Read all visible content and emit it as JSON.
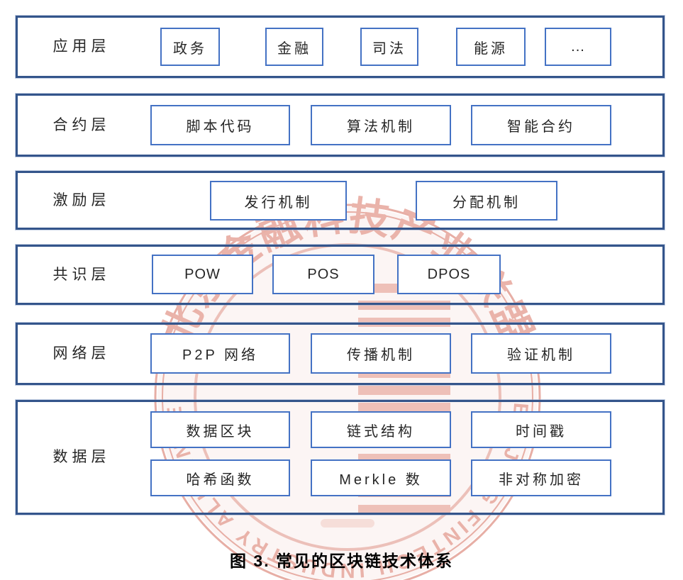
{
  "caption": "图 3.  常见的区块链技术体系",
  "watermark": {
    "cn": "北京金融科技产业联盟",
    "en": "BEIJING FINTECH INDUSTRY ALLIANCE"
  },
  "colors": {
    "outer_border": "#34558b",
    "inner_border": "#4472c4",
    "text": "#262626",
    "watermark_pink": "#e9b2a9"
  },
  "layers": [
    {
      "id": "application",
      "label": "应用层",
      "items": [
        "政务",
        "金融",
        "司法",
        "能源",
        "..."
      ]
    },
    {
      "id": "contract",
      "label": "合约层",
      "items": [
        "脚本代码",
        "算法机制",
        "智能合约"
      ]
    },
    {
      "id": "incentive",
      "label": "激励层",
      "items": [
        "发行机制",
        "分配机制"
      ]
    },
    {
      "id": "consensus",
      "label": "共识层",
      "items": [
        "POW",
        "POS",
        "DPOS"
      ]
    },
    {
      "id": "network",
      "label": "网络层",
      "items": [
        "P2P 网络",
        "传播机制",
        "验证机制"
      ]
    },
    {
      "id": "data",
      "label": "数据层",
      "items": [
        "数据区块",
        "链式结构",
        "时间戳",
        "哈希函数",
        "Merkle 数",
        "非对称加密"
      ]
    }
  ]
}
